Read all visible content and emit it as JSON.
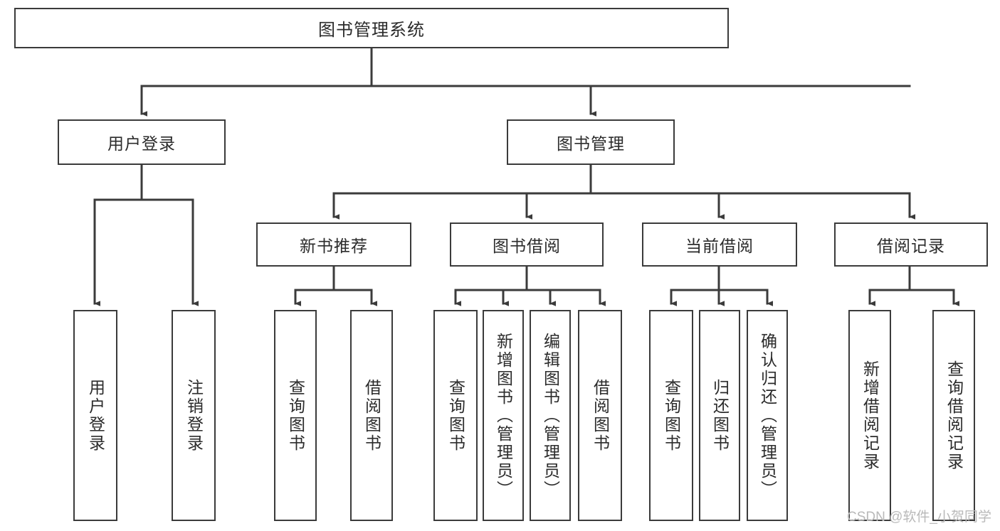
{
  "diagram": {
    "title": "图书管理系统",
    "type": "tree-hierarchy-diagram",
    "colors": {
      "stroke": "#3b3b3b",
      "fill": "#ffffff",
      "text": "#2b2b2b",
      "watermark": "#b9b9b9"
    },
    "root": {
      "label": "图书管理系统"
    },
    "level2": [
      {
        "label": "用户登录"
      },
      {
        "label": "图书管理"
      }
    ],
    "level3": [
      {
        "label": "新书推荐"
      },
      {
        "label": "图书借阅"
      },
      {
        "label": "当前借阅"
      },
      {
        "label": "借阅记录"
      }
    ],
    "leaves": {
      "user_login": [
        {
          "label": "用户登录"
        },
        {
          "label": "注销登录"
        }
      ],
      "new_book_recommend": [
        {
          "label": "查询图书"
        },
        {
          "label": "借阅图书"
        }
      ],
      "book_borrow": [
        {
          "label": "查询图书"
        },
        {
          "label": "新增图书（管理员）"
        },
        {
          "label": "编辑图书（管理员）"
        },
        {
          "label": "借阅图书"
        }
      ],
      "current_borrow": [
        {
          "label": "查询图书"
        },
        {
          "label": "归还图书"
        },
        {
          "label": "确认归还（管理员）"
        }
      ],
      "borrow_record": [
        {
          "label": "新增借阅记录"
        },
        {
          "label": "查询借阅记录"
        }
      ]
    }
  },
  "watermark": {
    "text": "CSDN @软件_小贺同学"
  }
}
